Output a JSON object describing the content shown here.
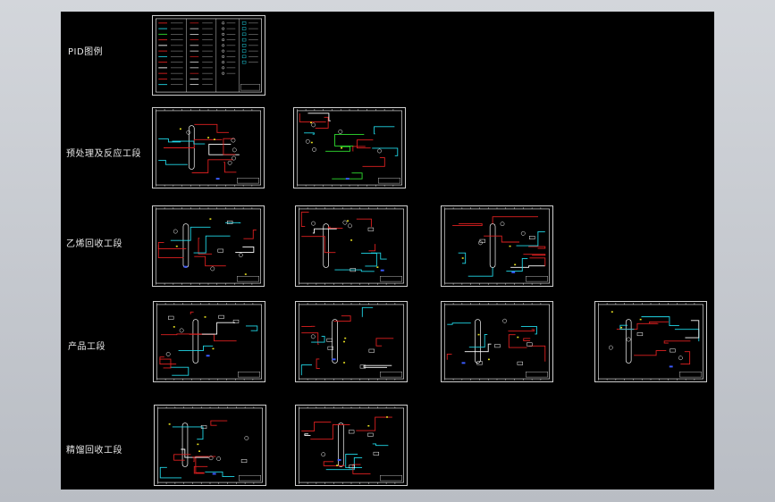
{
  "sections": [
    {
      "label": "PID图例"
    },
    {
      "label": "预处理及反应工段"
    },
    {
      "label": "乙烯回收工段"
    },
    {
      "label": "产品工段"
    },
    {
      "label": "精馏回收工段"
    }
  ],
  "colors": {
    "background": "#000000",
    "border": "#ffffff",
    "red": "#e02020",
    "cyan": "#20d8e8",
    "green": "#30e030",
    "white": "#ffffff",
    "yellow": "#e8e020",
    "blue": "#3a5aff"
  }
}
